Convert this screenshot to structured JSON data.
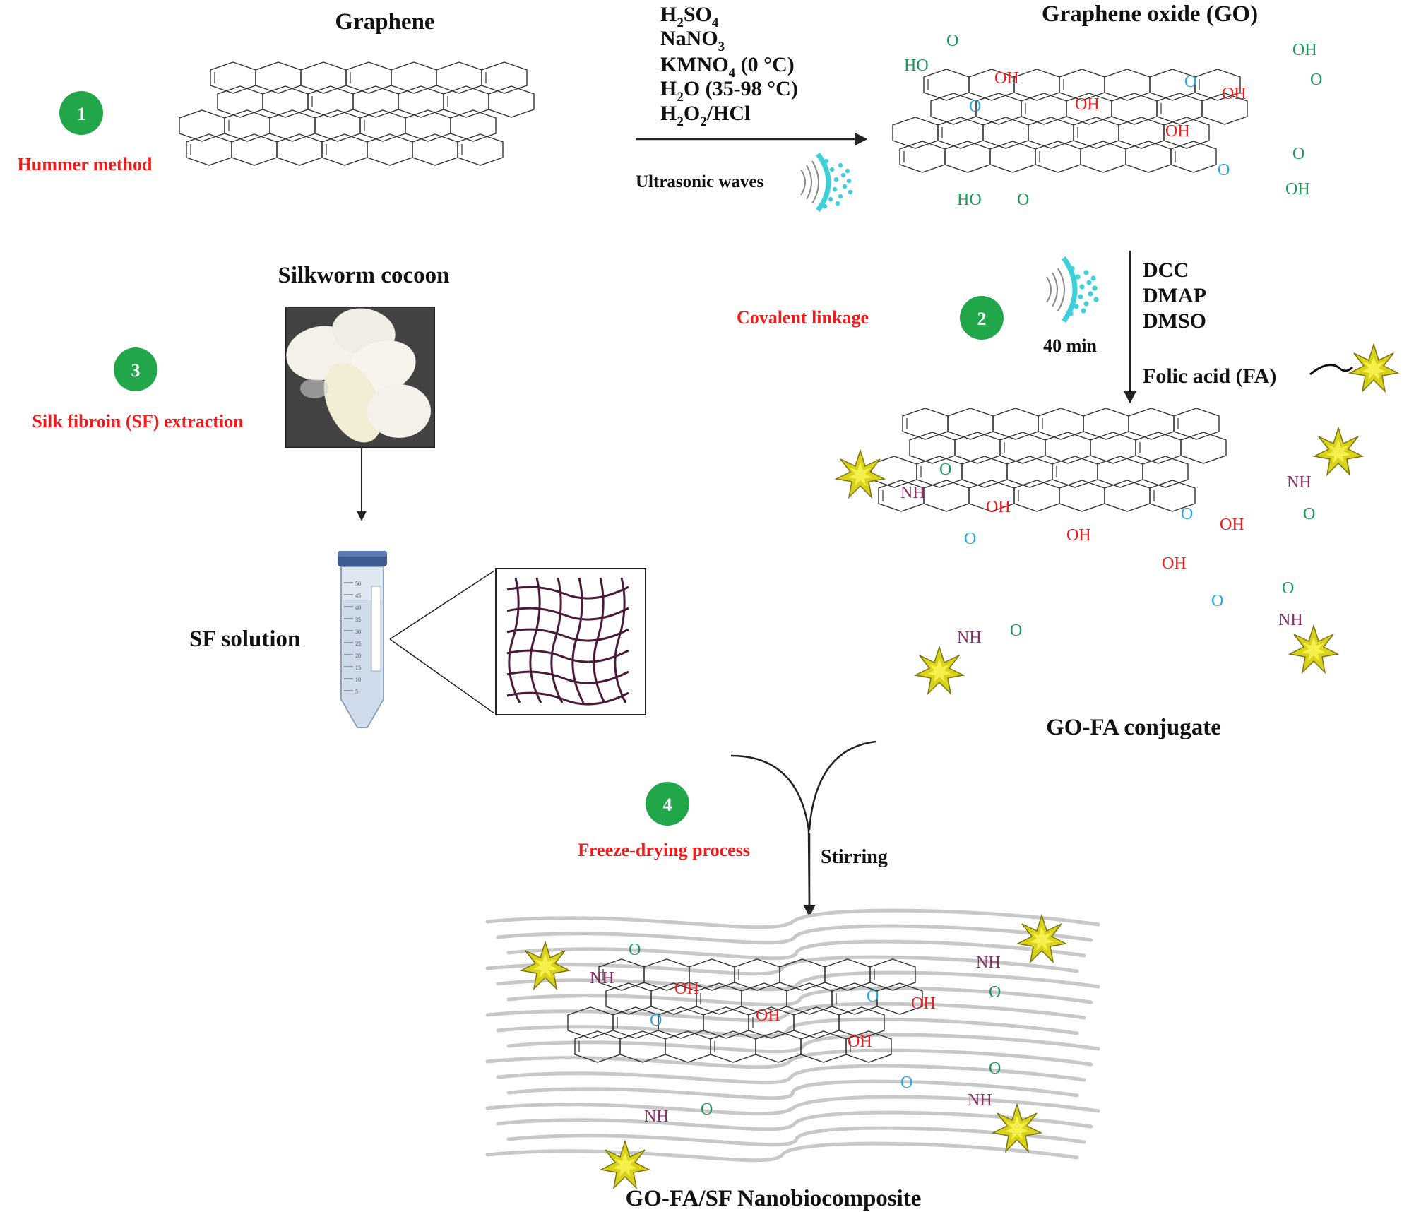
{
  "colors": {
    "step_badge": "#21a64a",
    "method_text": "#ee1c1c",
    "hydroxyl": "#ee1c1c",
    "epoxide": "#2aa7d9",
    "carboxyl": "#1a9a5a",
    "amide": "#8a2e6a",
    "folic_star": "#d9d21a",
    "ultrasound": "#3ed0d8",
    "silk_fiber": "#c8c8c8"
  },
  "steps": [
    {
      "number": "1",
      "method": "Hummer method"
    },
    {
      "number": "2",
      "method": "Covalent linkage"
    },
    {
      "number": "3",
      "method": "Silk fibroin (SF) extraction"
    },
    {
      "number": "4",
      "method": "Freeze-drying process"
    }
  ],
  "titles": {
    "graphene": "Graphene",
    "graphene_oxide": "Graphene oxide (GO)",
    "silkworm_cocoon": "Silkworm cocoon",
    "sf_solution": "SF solution",
    "go_fa_conjugate": "GO-FA conjugate",
    "composite": "GO-FA/SF Nanobiocomposite"
  },
  "reagents_step1": {
    "lines": [
      {
        "main": "H",
        "sub": "2",
        "rest": "SO",
        "sub2": "4",
        "tail": ""
      },
      {
        "main": "NaNO",
        "sub": "3",
        "rest": "",
        "sub2": "",
        "tail": ""
      },
      {
        "main": "KMNO",
        "sub": "4",
        "rest": " (0 °C)",
        "sub2": "",
        "tail": ""
      },
      {
        "main": "H",
        "sub": "2",
        "rest": "O (35-98 °C)",
        "sub2": "",
        "tail": ""
      },
      {
        "main": "H",
        "sub": "2",
        "rest": "O",
        "sub2": "2",
        "tail": "/HCl"
      }
    ],
    "ultrasonic": "Ultrasonic waves"
  },
  "reagents_step2": {
    "lines": [
      "DCC",
      "DMAP",
      "DMSO"
    ],
    "folic": "Folic acid (FA)",
    "time": "40 min"
  },
  "stirring": "Stirring",
  "groups": {
    "oh": "OH",
    "ho": "HO",
    "o": "O",
    "nh": "NH"
  },
  "tube_scale": [
    "50",
    "45",
    "40",
    "35",
    "30",
    "25",
    "20",
    "15",
    "10",
    "5"
  ]
}
